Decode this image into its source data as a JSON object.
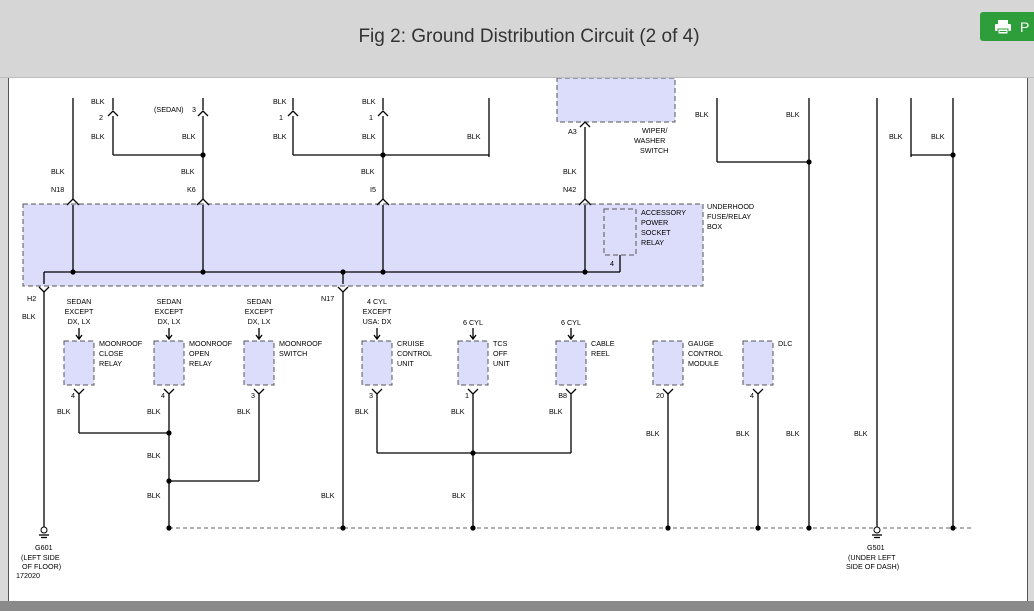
{
  "header": {
    "title": "Fig 2: Ground Distribution Circuit (2 of 4)"
  },
  "toolbar": {
    "print_icon": "printer-icon",
    "print_label_fragment": "P"
  },
  "diagram": {
    "top_fragments": {
      "blk_cut_1": "BLK",
      "blk_cut_2": "BLK",
      "blk_cut_3": "BLK",
      "sedan_paren": "(SEDAN)",
      "pin_2": "2",
      "pin_3": "3",
      "pin_1a": "1",
      "pin_1b": "1"
    },
    "top_labels": {
      "blk_a": "BLK",
      "blk_b": "BLK",
      "blk_c": "BLK",
      "blk_d": "BLK",
      "blk_e": "BLK",
      "a3": "A3",
      "wiper_1": "WIPER/",
      "wiper_2": "WASHER",
      "wiper_3": "SWITCH",
      "blk_f": "BLK",
      "blk_g": "BLK",
      "blk_h": "BLK",
      "blk_i": "BLK"
    },
    "fuse_inputs": {
      "blk_1": "BLK",
      "blk_2": "BLK",
      "blk_3": "BLK",
      "blk_4": "BLK",
      "n18": "N18",
      "k6": "K6",
      "i5": "I5",
      "n42": "N42"
    },
    "fuse_box": {
      "label_1": "UNDERHOOD",
      "label_2": "FUSE/RELAY",
      "label_3": "BOX",
      "relay_1": "ACCESSORY",
      "relay_2": "POWER",
      "relay_3": "SOCKET",
      "relay_4": "RELAY",
      "relay_pin": "4"
    },
    "outputs": {
      "h2": "H2",
      "n17": "N17",
      "blk": "BLK"
    },
    "components": [
      {
        "cond": [
          "SEDAN",
          "EXCEPT",
          "DX, LX"
        ],
        "name": [
          "MOONROOF",
          "CLOSE",
          "RELAY"
        ],
        "pin": "4",
        "wire": "BLK"
      },
      {
        "cond": [
          "SEDAN",
          "EXCEPT",
          "DX, LX"
        ],
        "name": [
          "MOONROOF",
          "OPEN",
          "RELAY"
        ],
        "pin": "4",
        "wire": "BLK"
      },
      {
        "cond": [
          "SEDAN",
          "EXCEPT",
          "DX, LX"
        ],
        "name": [
          "MOONROOF",
          "SWITCH",
          ""
        ],
        "pin": "3",
        "wire": "BLK"
      },
      {
        "cond": [
          "4 CYL",
          "EXCEPT",
          "USA: DX"
        ],
        "name": [
          "CRUISE",
          "CONTROL",
          "UNIT"
        ],
        "pin": "3",
        "wire": "BLK"
      },
      {
        "cond": [
          "6 CYL",
          "",
          ""
        ],
        "name": [
          "TCS",
          "OFF",
          "UNIT"
        ],
        "pin": "1",
        "wire": "BLK"
      },
      {
        "cond": [
          "6 CYL",
          "",
          ""
        ],
        "name": [
          "CABLE",
          "REEL",
          ""
        ],
        "pin": "B8",
        "wire": "BLK"
      },
      {
        "cond": [
          "",
          "",
          ""
        ],
        "name": [
          "GAUGE",
          "CONTROL",
          "MODULE"
        ],
        "pin": "20",
        "wire": "BLK"
      },
      {
        "cond": [
          "",
          "",
          ""
        ],
        "name": [
          "DLC",
          "",
          ""
        ],
        "pin": "4",
        "wire": "BLK"
      }
    ],
    "lower_labels": {
      "blk_j1": "BLK",
      "blk_j2": "BLK",
      "blk_k": "BLK",
      "blk_l": "BLK",
      "blk_m": "BLK",
      "blk_n": "BLK",
      "blk_o": "BLK",
      "blk_p": "BLK"
    },
    "grounds": {
      "g601_id": "G601",
      "g601_1": "(LEFT SIDE",
      "g601_2": "OF FLOOR)",
      "g501_id": "G501",
      "g501_1": "(UNDER LEFT",
      "g501_2": "SIDE OF DASH)",
      "figure_number": "172020"
    }
  }
}
